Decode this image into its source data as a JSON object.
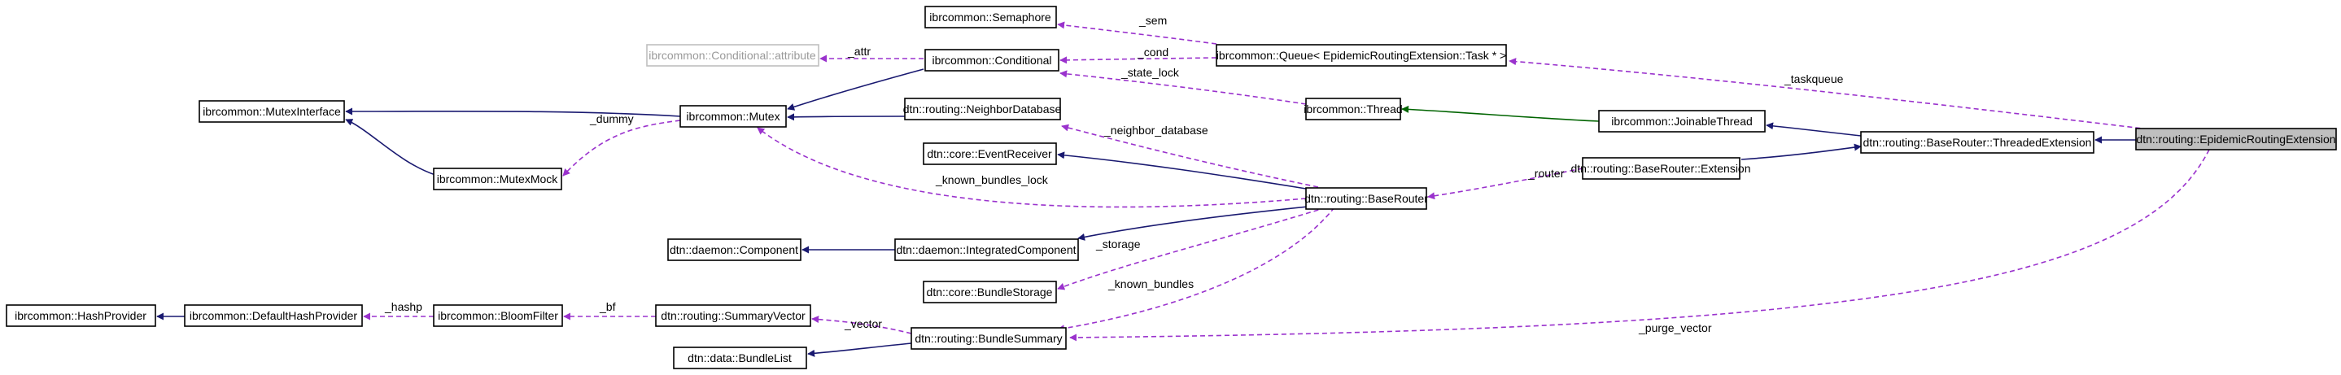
{
  "nodes": {
    "semaphore": "ibrcommon::Semaphore",
    "queue": "ibrcommon::Queue< EpidemicRoutingExtension::Task * >",
    "attribute": "ibrcommon::Conditional::attribute",
    "conditional": "ibrcommon::Conditional",
    "mutexinterface": "ibrcommon::MutexInterface",
    "mutex": "ibrcommon::Mutex",
    "neighbordb": "dtn::routing::NeighborDatabase",
    "thread": "ibrcommon::Thread",
    "joinable": "ibrcommon::JoinableThread",
    "threadedext": "dtn::routing::BaseRouter::ThreadedExtension",
    "epidemic": "dtn::routing::EpidemicRoutingExtension",
    "mutexmock": "ibrcommon::MutexMock",
    "eventreceiver": "dtn::core::EventReceiver",
    "extension": "dtn::routing::BaseRouter::Extension",
    "baserouter": "dtn::routing::BaseRouter",
    "component": "dtn::daemon::Component",
    "integrated": "dtn::daemon::IntegratedComponent",
    "bundlestorage": "dtn::core::BundleStorage",
    "hashprovider": "ibrcommon::HashProvider",
    "defaulthash": "ibrcommon::DefaultHashProvider",
    "bloomfilter": "ibrcommon::BloomFilter",
    "summaryvector": "dtn::routing::SummaryVector",
    "bundlesummary": "dtn::routing::BundleSummary",
    "bundlelist": "dtn::data::BundleList"
  },
  "edge_labels": {
    "sem": "_sem",
    "cond": "_cond",
    "attr": "_attr",
    "state_lock": "_state_lock",
    "taskqueue": "_taskqueue",
    "dummy": "_dummy",
    "neighbor_database": "_neighbor_database",
    "router": "_router",
    "known_bundles_lock": "_known_bundles_lock",
    "storage": "_storage",
    "known_bundles": "_known_bundles",
    "hashp": "_hashp",
    "bf": "_bf",
    "vector": "_vector",
    "purge_vector": "_purge_vector"
  },
  "colors": {
    "inheritance": "#191970",
    "thread_inheritance": "#006400",
    "usage": "#9a32cd",
    "highlight_fill": "#bfbfbf"
  }
}
